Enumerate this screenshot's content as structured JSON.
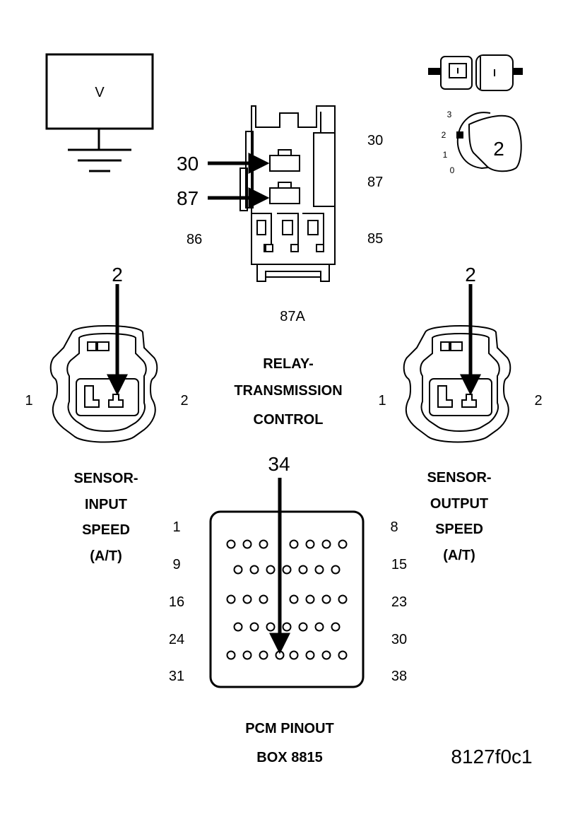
{
  "voltmeter": {
    "label": "V"
  },
  "key_switch": {
    "positions": [
      "3",
      "2",
      "1",
      "0"
    ],
    "key_number": "2"
  },
  "relay": {
    "callouts": [
      "30",
      "87"
    ],
    "terminals": [
      "30",
      "87",
      "86",
      "85",
      "87A"
    ],
    "title_lines": [
      "RELAY-",
      "TRANSMISSION",
      "CONTROL"
    ]
  },
  "input_sensor": {
    "callout": "2",
    "pin_left": "1",
    "pin_right": "2",
    "title_lines": [
      "SENSOR-",
      "INPUT",
      "SPEED",
      "(A/T)"
    ]
  },
  "output_sensor": {
    "callout": "2",
    "pin_left": "1",
    "pin_right": "2",
    "title_lines": [
      "SENSOR-",
      "OUTPUT",
      "SPEED",
      "(A/T)"
    ]
  },
  "pcm": {
    "callout": "34",
    "left_pins": [
      "1",
      "9",
      "16",
      "24",
      "31"
    ],
    "right_pins": [
      "8",
      "15",
      "23",
      "30",
      "38"
    ],
    "title_lines": [
      "PCM PINOUT",
      "BOX 8815"
    ]
  },
  "figure_id": "8127f0c1"
}
